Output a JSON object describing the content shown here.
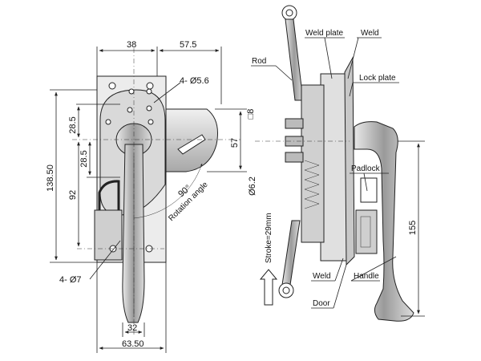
{
  "front_view": {
    "dims": {
      "top_left_width": "38",
      "top_right_width": "57.5",
      "holes_top": "4- Ø5.6",
      "overall_height": "138.50",
      "upper_offset": "28.5",
      "inner_offset": "28.5",
      "lower_height": "92",
      "square": "□8",
      "handle_offset": "57",
      "shaft_dia": "Ø6.2",
      "rotation_angle": "90°",
      "rotation_label": "Rotation angle",
      "holes_bottom": "4- Ø7",
      "handle_width": "32",
      "base_width": "63.50"
    }
  },
  "side_view": {
    "labels": {
      "weld_plate": "Weld plate",
      "weld_top": "Weld",
      "rod": "Rod",
      "lock_plate": "Lock plate",
      "padlock": "Padlock",
      "stroke": "Stroke=29mm",
      "weld_bottom": "Weld",
      "handle": "Handle",
      "door": "Door",
      "height": "155"
    }
  },
  "colors": {
    "line": "#222222",
    "metal": "#bfbfbf",
    "metal_dark": "#7a7a7a",
    "plate": "#e2e2e2"
  }
}
